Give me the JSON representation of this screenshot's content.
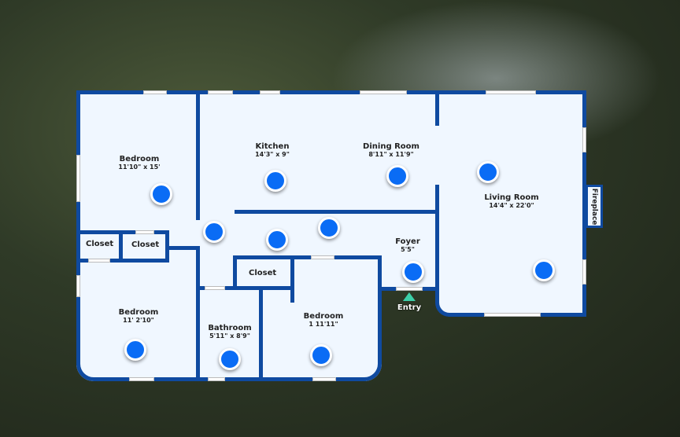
{
  "colors": {
    "wall": "#0f4aa0",
    "floor": "#f0f7ff",
    "hotspot": "#0a6cf5",
    "entry": "#3ccfa8"
  },
  "rooms": [
    {
      "name": "Bedroom",
      "dims": "11'10\" x 15'"
    },
    {
      "name": "Kitchen",
      "dims": "14'3\" x  9\""
    },
    {
      "name": "Dining Room",
      "dims": "8'11\" x 11'9\""
    },
    {
      "name": "Living Room",
      "dims": "14'4\" x 22'0\""
    },
    {
      "name": "Foyer",
      "dims": "5'5\""
    },
    {
      "name": "Bedroom",
      "dims": "11'   2'10\""
    },
    {
      "name": "Bathroom",
      "dims": "5'11\" x 8'9\""
    },
    {
      "name": "Bedroom",
      "dims": "1   11'11\""
    }
  ],
  "closets": [
    "Closet",
    "Closet",
    "Closet"
  ],
  "fireplace": "Fireplace",
  "entry": {
    "label": "Entry",
    "icon": "triangle-up-icon"
  },
  "hotspot_count": 12
}
